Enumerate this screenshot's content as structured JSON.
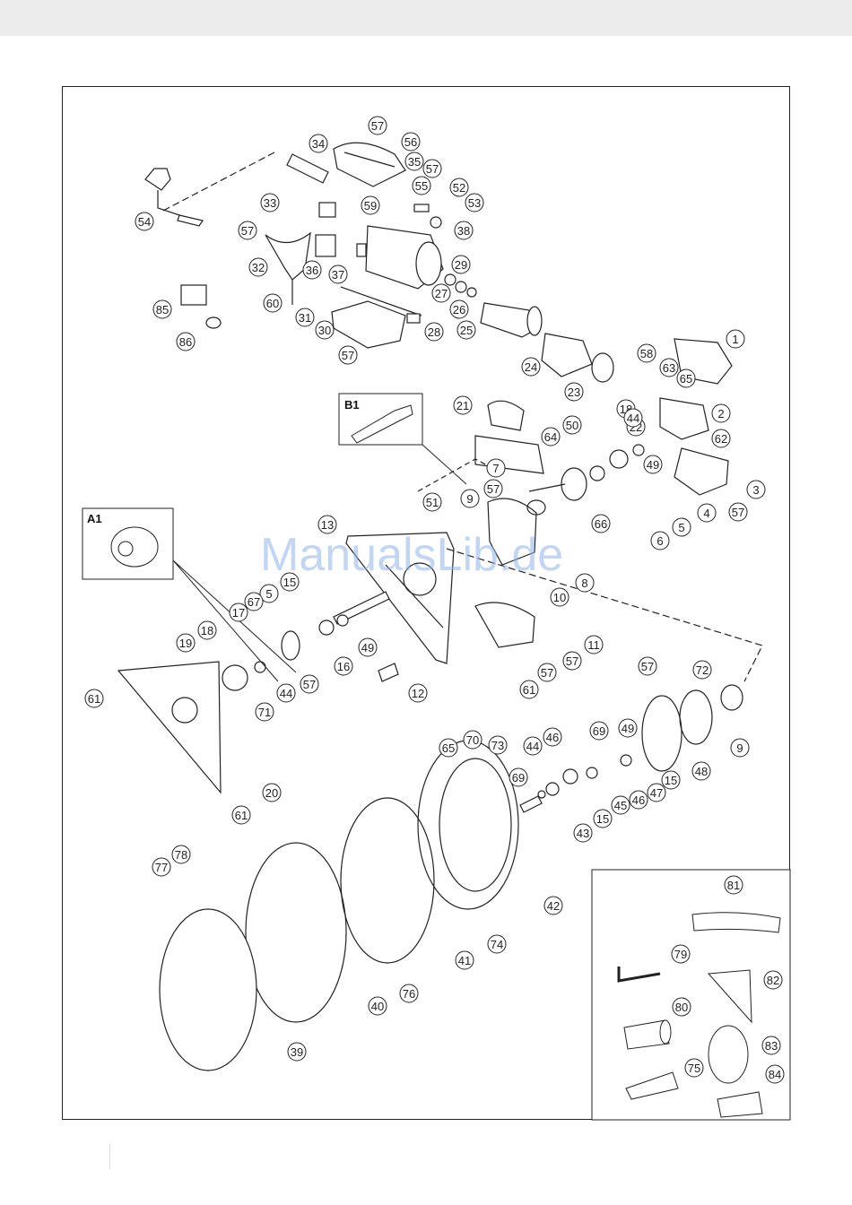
{
  "inset_labels": {
    "a1": "A1",
    "b1": "B1"
  },
  "watermark": "ManualsLib.de",
  "parts": [
    "1",
    "2",
    "3",
    "4",
    "5",
    "5",
    "6",
    "7",
    "8",
    "9",
    "9",
    "10",
    "11",
    "12",
    "13",
    "15",
    "15",
    "15",
    "16",
    "17",
    "18",
    "18",
    "19",
    "20",
    "21",
    "22",
    "23",
    "24",
    "25",
    "26",
    "27",
    "28",
    "29",
    "30",
    "31",
    "32",
    "33",
    "34",
    "35",
    "36",
    "37",
    "38",
    "39",
    "40",
    "41",
    "42",
    "43",
    "44",
    "44",
    "44",
    "45",
    "46",
    "46",
    "47",
    "48",
    "49",
    "49",
    "49",
    "50",
    "51",
    "52",
    "53",
    "54",
    "55",
    "56",
    "57",
    "57",
    "57",
    "57",
    "57",
    "57",
    "57",
    "57",
    "57",
    "57",
    "58",
    "59",
    "60",
    "61",
    "61",
    "61",
    "62",
    "63",
    "64",
    "65",
    "65",
    "66",
    "67",
    "69",
    "69",
    "70",
    "71",
    "72",
    "73",
    "74",
    "75",
    "76",
    "77",
    "78",
    "79",
    "80",
    "81",
    "82",
    "83",
    "84",
    "85",
    "86"
  ]
}
